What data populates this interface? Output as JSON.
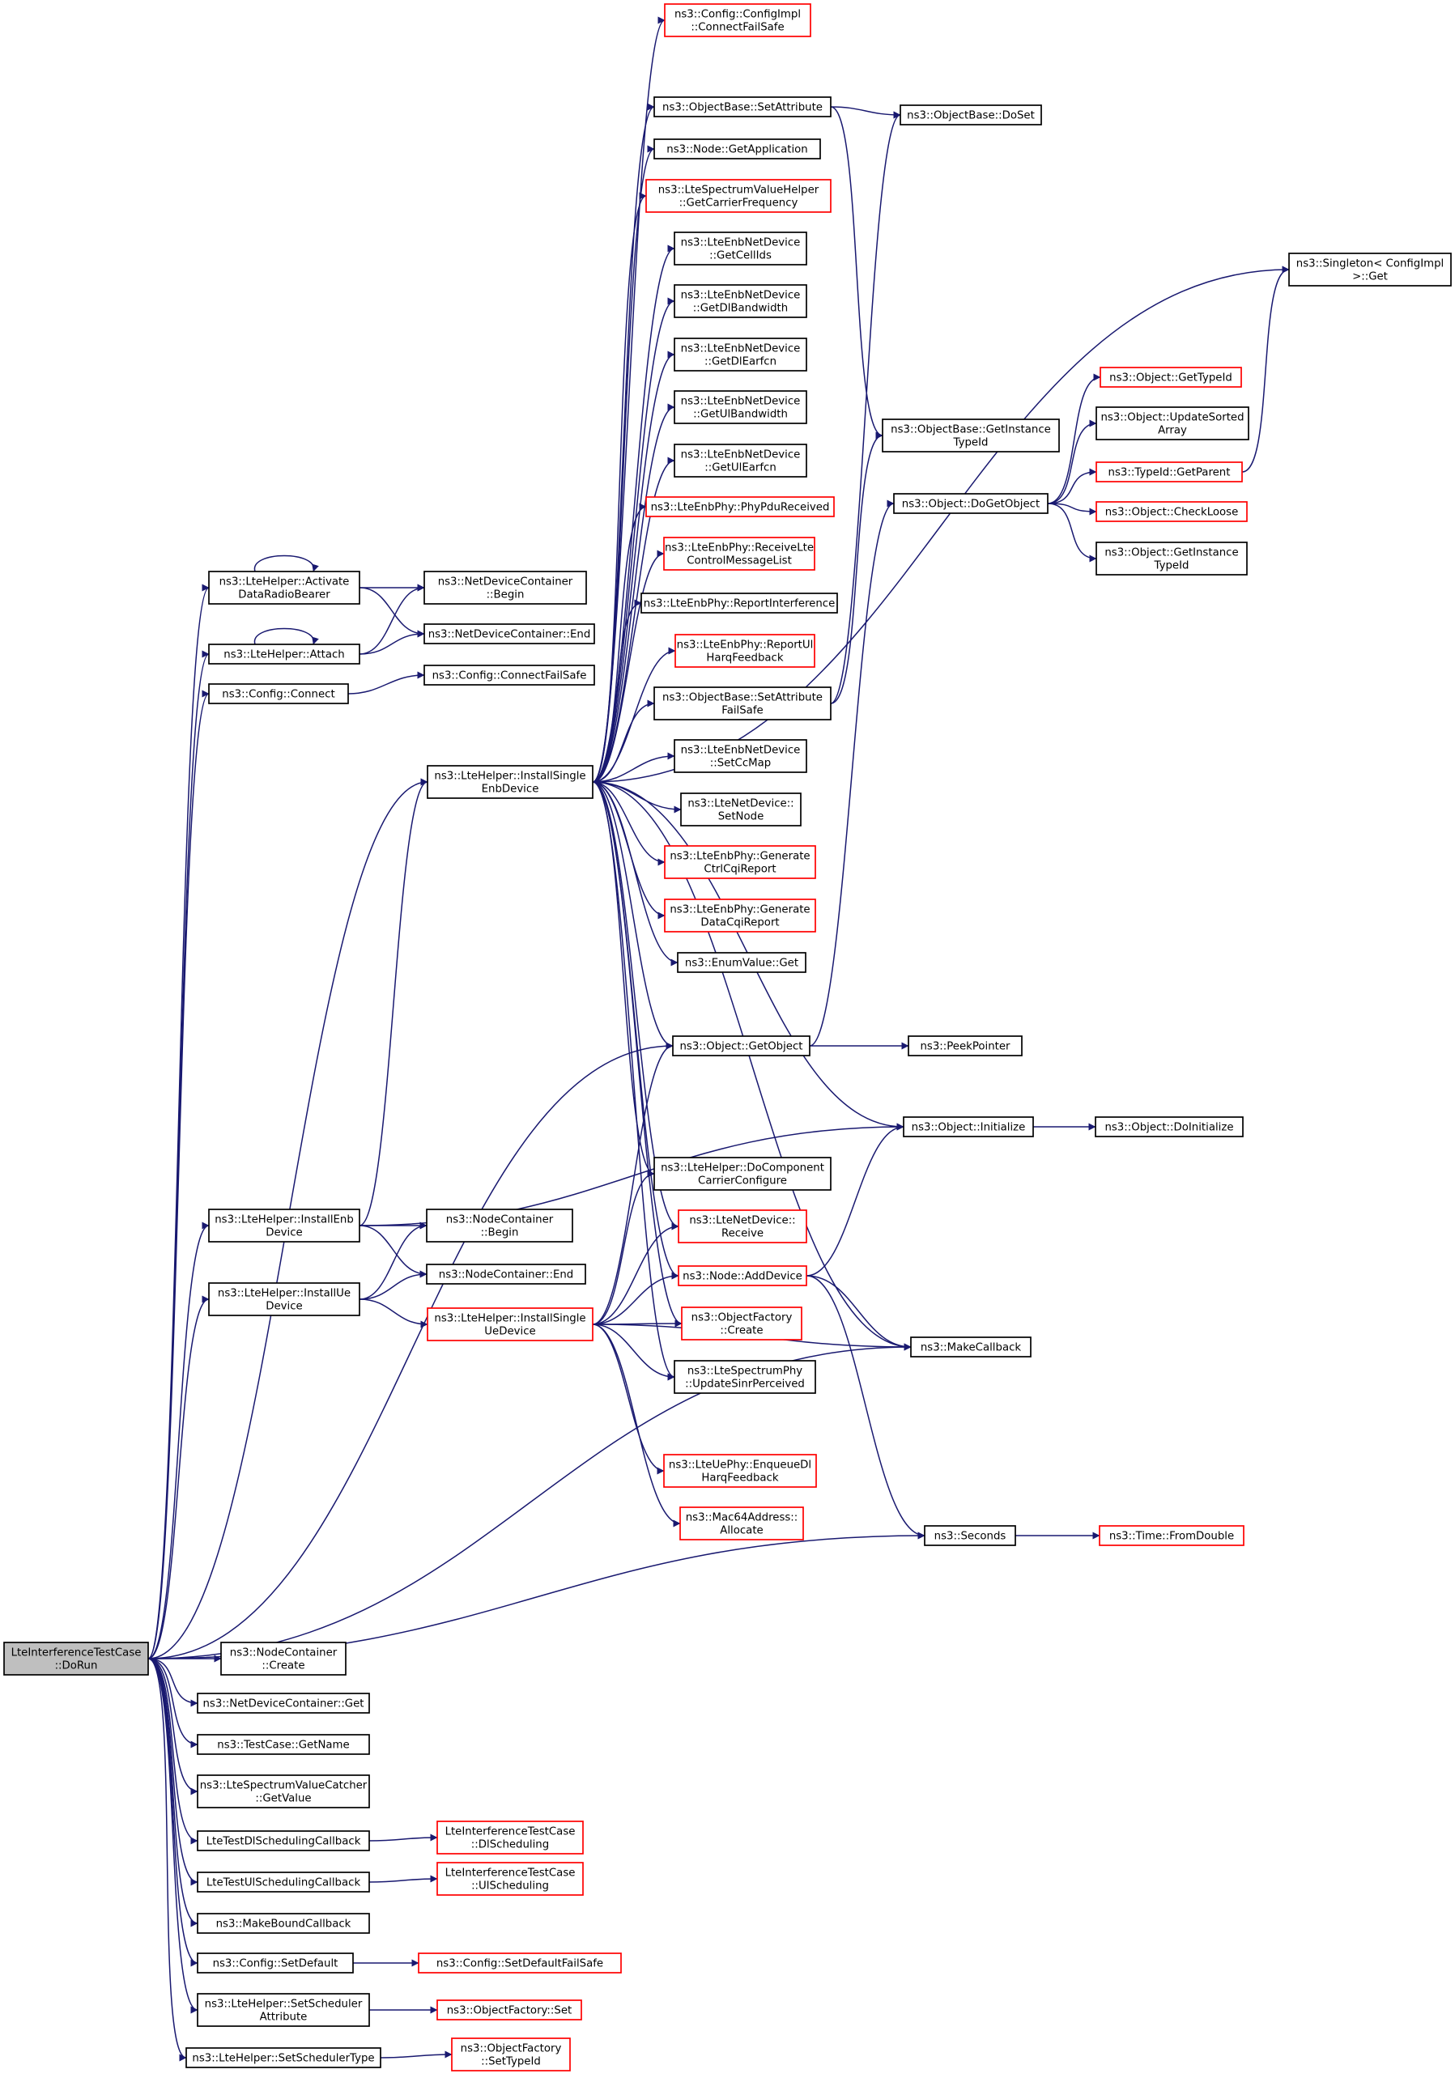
{
  "graph": {
    "title": "LteInterferenceTestCase::DoRun call graph",
    "colors": {
      "edge": "#191970",
      "node_border": "#000000",
      "node_truncated_border": "#ff0000",
      "root_fill": "#bfbfbf",
      "node_fill": "#ffffff"
    },
    "nodes": [
      {
        "id": "root",
        "lines": [
          "LteInterferenceTestCase",
          "::DoRun"
        ],
        "style": "root"
      },
      {
        "id": "activate",
        "lines": [
          "ns3::LteHelper::Activate",
          "DataRadioBearer"
        ],
        "style": "normal"
      },
      {
        "id": "attach",
        "lines": [
          "ns3::LteHelper::Attach"
        ],
        "style": "normal"
      },
      {
        "id": "cfgconnect",
        "lines": [
          "ns3::Config::Connect"
        ],
        "style": "normal"
      },
      {
        "id": "ndcbegin",
        "lines": [
          "ns3::NetDeviceContainer",
          "::Begin"
        ],
        "style": "normal"
      },
      {
        "id": "ndcend",
        "lines": [
          "ns3::NetDeviceContainer::End"
        ],
        "style": "normal"
      },
      {
        "id": "cfgconnectfs",
        "lines": [
          "ns3::Config::ConnectFailSafe"
        ],
        "style": "normal"
      },
      {
        "id": "cfgimplcfs",
        "lines": [
          "ns3::Config::ConfigImpl",
          "::ConnectFailSafe"
        ],
        "style": "truncated"
      },
      {
        "id": "setattr",
        "lines": [
          "ns3::ObjectBase::SetAttribute"
        ],
        "style": "normal"
      },
      {
        "id": "getapp",
        "lines": [
          "ns3::Node::GetApplication"
        ],
        "style": "normal"
      },
      {
        "id": "getcarrier",
        "lines": [
          "ns3::LteSpectrumValueHelper",
          "::GetCarrierFrequency"
        ],
        "style": "truncated"
      },
      {
        "id": "getcellids",
        "lines": [
          "ns3::LteEnbNetDevice",
          "::GetCellIds"
        ],
        "style": "normal"
      },
      {
        "id": "getdlbw",
        "lines": [
          "ns3::LteEnbNetDevice",
          "::GetDlBandwidth"
        ],
        "style": "normal"
      },
      {
        "id": "getdlearfcn",
        "lines": [
          "ns3::LteEnbNetDevice",
          "::GetDlEarfcn"
        ],
        "style": "normal"
      },
      {
        "id": "getulbw",
        "lines": [
          "ns3::LteEnbNetDevice",
          "::GetUlBandwidth"
        ],
        "style": "normal"
      },
      {
        "id": "getulearfcn",
        "lines": [
          "ns3::LteEnbNetDevice",
          "::GetUlEarfcn"
        ],
        "style": "normal"
      },
      {
        "id": "phypdu",
        "lines": [
          "ns3::LteEnbPhy::PhyPduReceived"
        ],
        "style": "truncated"
      },
      {
        "id": "recvctrl",
        "lines": [
          "ns3::LteEnbPhy::ReceiveLte",
          "ControlMessageList"
        ],
        "style": "truncated"
      },
      {
        "id": "reportint",
        "lines": [
          "ns3::LteEnbPhy::ReportInterference"
        ],
        "style": "normal"
      },
      {
        "id": "reportul",
        "lines": [
          "ns3::LteEnbPhy::ReportUl",
          "HarqFeedback"
        ],
        "style": "truncated"
      },
      {
        "id": "setattrfs",
        "lines": [
          "ns3::ObjectBase::SetAttribute",
          "FailSafe"
        ],
        "style": "normal"
      },
      {
        "id": "setccmap",
        "lines": [
          "ns3::LteEnbNetDevice",
          "::SetCcMap"
        ],
        "style": "normal"
      },
      {
        "id": "setnode",
        "lines": [
          "ns3::LteNetDevice::",
          "SetNode"
        ],
        "style": "normal"
      },
      {
        "id": "genctrl",
        "lines": [
          "ns3::LteEnbPhy::Generate",
          "CtrlCqiReport"
        ],
        "style": "truncated"
      },
      {
        "id": "gendata",
        "lines": [
          "ns3::LteEnbPhy::Generate",
          "DataCqiReport"
        ],
        "style": "truncated"
      },
      {
        "id": "enumget",
        "lines": [
          "ns3::EnumValue::Get"
        ],
        "style": "normal"
      },
      {
        "id": "getobject",
        "lines": [
          "ns3::Object::GetObject"
        ],
        "style": "normal"
      },
      {
        "id": "peekptr",
        "lines": [
          "ns3::PeekPointer"
        ],
        "style": "normal"
      },
      {
        "id": "installsenb",
        "lines": [
          "ns3::LteHelper::InstallSingle",
          "EnbDevice"
        ],
        "style": "normal"
      },
      {
        "id": "doset",
        "lines": [
          "ns3::ObjectBase::DoSet"
        ],
        "style": "normal"
      },
      {
        "id": "getinsttid",
        "lines": [
          "ns3::ObjectBase::GetInstance",
          "TypeId"
        ],
        "style": "normal"
      },
      {
        "id": "dogetobj",
        "lines": [
          "ns3::Object::DoGetObject"
        ],
        "style": "normal"
      },
      {
        "id": "singleton",
        "lines": [
          "ns3::Singleton< ConfigImpl",
          " >::Get"
        ],
        "style": "normal"
      },
      {
        "id": "gettypeid",
        "lines": [
          "ns3::Object::GetTypeId"
        ],
        "style": "truncated"
      },
      {
        "id": "updsorted",
        "lines": [
          "ns3::Object::UpdateSorted",
          "Array"
        ],
        "style": "normal"
      },
      {
        "id": "getparent",
        "lines": [
          "ns3::TypeId::GetParent"
        ],
        "style": "truncated"
      },
      {
        "id": "checkloose",
        "lines": [
          "ns3::Object::CheckLoose"
        ],
        "style": "truncated"
      },
      {
        "id": "objgetinst",
        "lines": [
          "ns3::Object::GetInstance",
          "TypeId"
        ],
        "style": "normal"
      },
      {
        "id": "initialize",
        "lines": [
          "ns3::Object::Initialize"
        ],
        "style": "normal"
      },
      {
        "id": "doinit",
        "lines": [
          "ns3::Object::DoInitialize"
        ],
        "style": "normal"
      },
      {
        "id": "docc",
        "lines": [
          "ns3::LteHelper::DoComponent",
          "CarrierConfigure"
        ],
        "style": "normal"
      },
      {
        "id": "ltendrecv",
        "lines": [
          "ns3::LteNetDevice::",
          "Receive"
        ],
        "style": "truncated"
      },
      {
        "id": "adddev",
        "lines": [
          "ns3::Node::AddDevice"
        ],
        "style": "truncated"
      },
      {
        "id": "ofcreate",
        "lines": [
          "ns3::ObjectFactory",
          "::Create"
        ],
        "style": "truncated"
      },
      {
        "id": "updsinr",
        "lines": [
          "ns3::LteSpectrumPhy",
          "::UpdateSinrPerceived"
        ],
        "style": "normal"
      },
      {
        "id": "makecb",
        "lines": [
          "ns3::MakeCallback"
        ],
        "style": "normal"
      },
      {
        "id": "enqueue",
        "lines": [
          "ns3::LteUePhy::EnqueueDl",
          "HarqFeedback"
        ],
        "style": "truncated"
      },
      {
        "id": "mac64",
        "lines": [
          "ns3::Mac64Address::",
          "Allocate"
        ],
        "style": "truncated"
      },
      {
        "id": "seconds",
        "lines": [
          "ns3::Seconds"
        ],
        "style": "normal"
      },
      {
        "id": "fromdouble",
        "lines": [
          "ns3::Time::FromDouble"
        ],
        "style": "truncated"
      },
      {
        "id": "installenb",
        "lines": [
          "ns3::LteHelper::InstallEnb",
          "Device"
        ],
        "style": "normal"
      },
      {
        "id": "installue",
        "lines": [
          "ns3::LteHelper::InstallUe",
          "Device"
        ],
        "style": "normal"
      },
      {
        "id": "ncbegin",
        "lines": [
          "ns3::NodeContainer",
          "::Begin"
        ],
        "style": "normal"
      },
      {
        "id": "ncend",
        "lines": [
          "ns3::NodeContainer::End"
        ],
        "style": "normal"
      },
      {
        "id": "installsue",
        "lines": [
          "ns3::LteHelper::InstallSingle",
          "UeDevice"
        ],
        "style": "truncated"
      },
      {
        "id": "nccreate",
        "lines": [
          "ns3::NodeContainer",
          "::Create"
        ],
        "style": "normal"
      },
      {
        "id": "ndcget",
        "lines": [
          "ns3::NetDeviceContainer::Get"
        ],
        "style": "normal"
      },
      {
        "id": "getname",
        "lines": [
          "ns3::TestCase::GetName"
        ],
        "style": "normal"
      },
      {
        "id": "getvalue",
        "lines": [
          "ns3::LteSpectrumValueCatcher",
          "::GetValue"
        ],
        "style": "normal"
      },
      {
        "id": "dlschedcb",
        "lines": [
          "LteTestDlSchedulingCallback"
        ],
        "style": "normal"
      },
      {
        "id": "dlsched",
        "lines": [
          "LteInterferenceTestCase",
          "::DlScheduling"
        ],
        "style": "truncated"
      },
      {
        "id": "ulschedcb",
        "lines": [
          "LteTestUlSchedulingCallback"
        ],
        "style": "normal"
      },
      {
        "id": "ulsched",
        "lines": [
          "LteInterferenceTestCase",
          "::UlScheduling"
        ],
        "style": "truncated"
      },
      {
        "id": "makebound",
        "lines": [
          "ns3::MakeBoundCallback"
        ],
        "style": "normal"
      },
      {
        "id": "setdefault",
        "lines": [
          "ns3::Config::SetDefault"
        ],
        "style": "normal"
      },
      {
        "id": "setdefaultfs",
        "lines": [
          "ns3::Config::SetDefaultFailSafe"
        ],
        "style": "truncated"
      },
      {
        "id": "setschedattr",
        "lines": [
          "ns3::LteHelper::SetScheduler",
          "Attribute"
        ],
        "style": "normal"
      },
      {
        "id": "ofset",
        "lines": [
          "ns3::ObjectFactory::Set"
        ],
        "style": "truncated"
      },
      {
        "id": "setschedtype",
        "lines": [
          "ns3::LteHelper::SetSchedulerType"
        ],
        "style": "normal"
      },
      {
        "id": "ofsettid",
        "lines": [
          "ns3::ObjectFactory",
          "::SetTypeId"
        ],
        "style": "truncated"
      }
    ],
    "edges": [
      [
        "root",
        "activate"
      ],
      [
        "root",
        "attach"
      ],
      [
        "root",
        "cfgconnect"
      ],
      [
        "root",
        "installsenb"
      ],
      [
        "root",
        "getobject"
      ],
      [
        "root",
        "installenb"
      ],
      [
        "root",
        "installue"
      ],
      [
        "root",
        "makecb"
      ],
      [
        "root",
        "seconds"
      ],
      [
        "root",
        "nccreate"
      ],
      [
        "root",
        "ndcget"
      ],
      [
        "root",
        "getname"
      ],
      [
        "root",
        "getvalue"
      ],
      [
        "root",
        "dlschedcb"
      ],
      [
        "root",
        "ulschedcb"
      ],
      [
        "root",
        "makebound"
      ],
      [
        "root",
        "setdefault"
      ],
      [
        "root",
        "setschedattr"
      ],
      [
        "root",
        "setschedtype"
      ],
      [
        "activate",
        "activate"
      ],
      [
        "activate",
        "ndcbegin"
      ],
      [
        "activate",
        "ndcend"
      ],
      [
        "attach",
        "attach"
      ],
      [
        "attach",
        "ndcbegin"
      ],
      [
        "attach",
        "ndcend"
      ],
      [
        "cfgconnect",
        "cfgconnectfs"
      ],
      [
        "installsenb",
        "cfgimplcfs"
      ],
      [
        "installsenb",
        "setattr"
      ],
      [
        "installsenb",
        "getapp"
      ],
      [
        "installsenb",
        "getcarrier"
      ],
      [
        "installsenb",
        "getcellids"
      ],
      [
        "installsenb",
        "getdlbw"
      ],
      [
        "installsenb",
        "getdlearfcn"
      ],
      [
        "installsenb",
        "getulbw"
      ],
      [
        "installsenb",
        "getulearfcn"
      ],
      [
        "installsenb",
        "phypdu"
      ],
      [
        "installsenb",
        "recvctrl"
      ],
      [
        "installsenb",
        "reportint"
      ],
      [
        "installsenb",
        "reportul"
      ],
      [
        "installsenb",
        "setattrfs"
      ],
      [
        "installsenb",
        "setccmap"
      ],
      [
        "installsenb",
        "setnode"
      ],
      [
        "installsenb",
        "genctrl"
      ],
      [
        "installsenb",
        "gendata"
      ],
      [
        "installsenb",
        "enumget"
      ],
      [
        "installsenb",
        "getobject"
      ],
      [
        "installsenb",
        "initialize"
      ],
      [
        "installsenb",
        "docc"
      ],
      [
        "installsenb",
        "ltendrecv"
      ],
      [
        "installsenb",
        "adddev"
      ],
      [
        "installsenb",
        "ofcreate"
      ],
      [
        "installsenb",
        "updsinr"
      ],
      [
        "installsenb",
        "makecb"
      ],
      [
        "installsenb",
        "singleton"
      ],
      [
        "setattr",
        "doset"
      ],
      [
        "setattr",
        "getinsttid"
      ],
      [
        "setattrfs",
        "doset"
      ],
      [
        "setattrfs",
        "getinsttid"
      ],
      [
        "getobject",
        "dogetobj"
      ],
      [
        "getobject",
        "peekptr"
      ],
      [
        "dogetobj",
        "gettypeid"
      ],
      [
        "dogetobj",
        "updsorted"
      ],
      [
        "dogetobj",
        "getparent"
      ],
      [
        "dogetobj",
        "checkloose"
      ],
      [
        "dogetobj",
        "objgetinst"
      ],
      [
        "getparent",
        "singleton"
      ],
      [
        "initialize",
        "doinit"
      ],
      [
        "adddev",
        "initialize"
      ],
      [
        "adddev",
        "makecb"
      ],
      [
        "adddev",
        "seconds"
      ],
      [
        "seconds",
        "fromdouble"
      ],
      [
        "installenb",
        "installsenb"
      ],
      [
        "installenb",
        "initialize"
      ],
      [
        "installenb",
        "ncbegin"
      ],
      [
        "installenb",
        "ncend"
      ],
      [
        "installue",
        "ncbegin"
      ],
      [
        "installue",
        "ncend"
      ],
      [
        "installue",
        "installsue"
      ],
      [
        "installsue",
        "getobject"
      ],
      [
        "installsue",
        "docc"
      ],
      [
        "installsue",
        "ltendrecv"
      ],
      [
        "installsue",
        "adddev"
      ],
      [
        "installsue",
        "ofcreate"
      ],
      [
        "installsue",
        "updsinr"
      ],
      [
        "installsue",
        "makecb"
      ],
      [
        "installsue",
        "enqueue"
      ],
      [
        "installsue",
        "mac64"
      ],
      [
        "dlschedcb",
        "dlsched"
      ],
      [
        "ulschedcb",
        "ulsched"
      ],
      [
        "setdefault",
        "setdefaultfs"
      ],
      [
        "setschedattr",
        "ofset"
      ],
      [
        "setschedtype",
        "ofsettid"
      ]
    ]
  }
}
